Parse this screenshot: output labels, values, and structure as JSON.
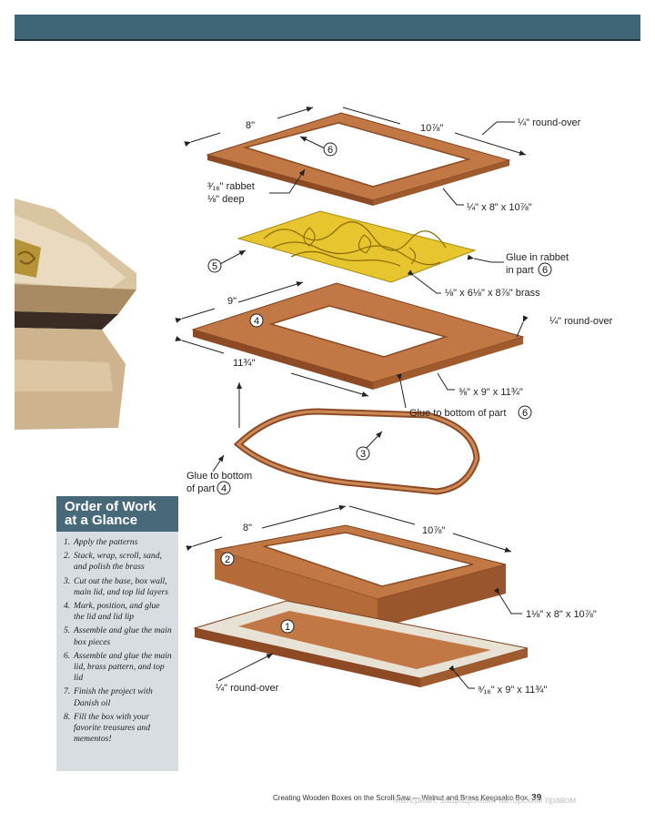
{
  "labels": {
    "top_width": "8\"",
    "top_length": "10⅞\"",
    "top_roundover": "¼\" round-over",
    "rabbet_line1": "³⁄₁₆\" rabbet",
    "rabbet_line2": "⅛\" deep",
    "top_size": "¼\" x 8\" x 10⅞\"",
    "glue_rabbet_line1": "Glue in rabbet",
    "glue_rabbet_line2": "in part",
    "brass_size": "⅛\"  x 6⅛\"  x 8⅞\" brass",
    "mid_width": "9\"",
    "mid_roundover": "¼\" round-over",
    "mid_length": "11¾\"",
    "mid_size": "⅜\" x 9\" x 11¾\"",
    "glue_bottom6": "Glue to bottom of part",
    "glue_bottom4_line1": "Glue to bottom",
    "glue_bottom4_line2": "of part",
    "wall_width": "8\"",
    "wall_length": "10⅞\"",
    "wall_size": "1⅛\" x 8\" x 10⅞\"",
    "base_roundover": "¼\" round-over",
    "base_size": "⁹⁄₁₆\" x 9\" x 11¾\""
  },
  "parts": {
    "p1": "1",
    "p2": "2",
    "p3": "3",
    "p4": "4",
    "p5": "5",
    "p6": "6"
  },
  "panel": {
    "title_line1": "Order of Work",
    "title_line2": "at a Glance",
    "steps": [
      {
        "n": "1.",
        "text": "Apply the patterns"
      },
      {
        "n": "2.",
        "text": "Stack, wrap, scroll, sand, and polish the brass"
      },
      {
        "n": "3.",
        "text": "Cut out the base, box wall, main lid, and top lid layers"
      },
      {
        "n": "4.",
        "text": "Mark, position, and glue the lid and lid lip"
      },
      {
        "n": "5.",
        "text": "Assemble and glue the main box pieces"
      },
      {
        "n": "6.",
        "text": "Assemble and glue the main lid, brass pattern, and top lid"
      },
      {
        "n": "7.",
        "text": "Finish the project with Danish oil"
      },
      {
        "n": "8.",
        "text": "Fill the box with your favorite treasures and mementos!"
      }
    ]
  },
  "footer": {
    "text": "Creating Wooden Boxes on the Scroll Saw — Walnut and Brass Keepsake Box",
    "page": "39",
    "watermark": "Материал, защищённый авторским правом"
  },
  "colors": {
    "header_bar": "#3f6577",
    "wood": "#b96a3b",
    "wood_dark": "#8c4a24",
    "brass": "#e6c52e",
    "panel_bg": "#d8dde2",
    "panel_head": "#47697a"
  }
}
